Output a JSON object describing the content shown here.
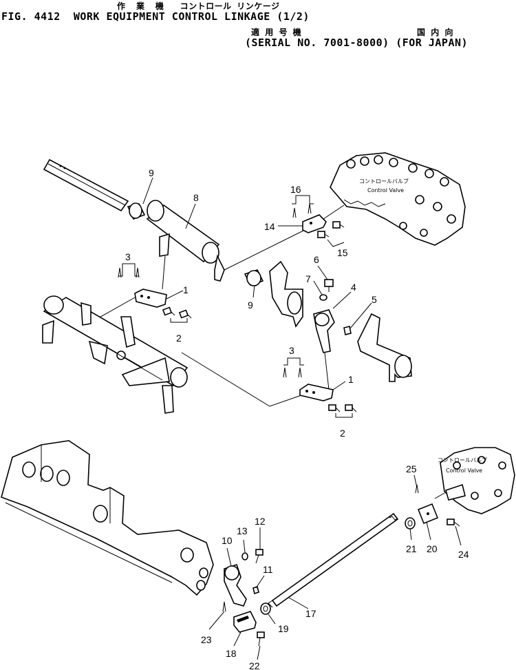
{
  "header": {
    "japanese_title": "作  業  機   コントロール リンケージ",
    "figure_title": "FIG. 4412  WORK EQUIPMENT CONTROL LINKAGE (1/2)",
    "japanese_applicability": "適 用 号 機",
    "japanese_country": "国 内 向",
    "serial_line": "(SERIAL NO. 7001-8000) (FOR JAPAN)"
  },
  "control_valve_labels": {
    "upper": {
      "japanese": "コントロールバルブ",
      "english": "Control Valve"
    },
    "lower": {
      "japanese": "コントロールバルブ",
      "english": "Control Valve"
    }
  },
  "callouts": [
    "9",
    "8",
    "16",
    "14",
    "15",
    "3",
    "1",
    "2",
    "6",
    "7",
    "4",
    "5",
    "9",
    "3",
    "1",
    "2",
    "25",
    "12",
    "13",
    "10",
    "11",
    "21",
    "20",
    "24",
    "17",
    "23",
    "19",
    "18",
    "22"
  ]
}
